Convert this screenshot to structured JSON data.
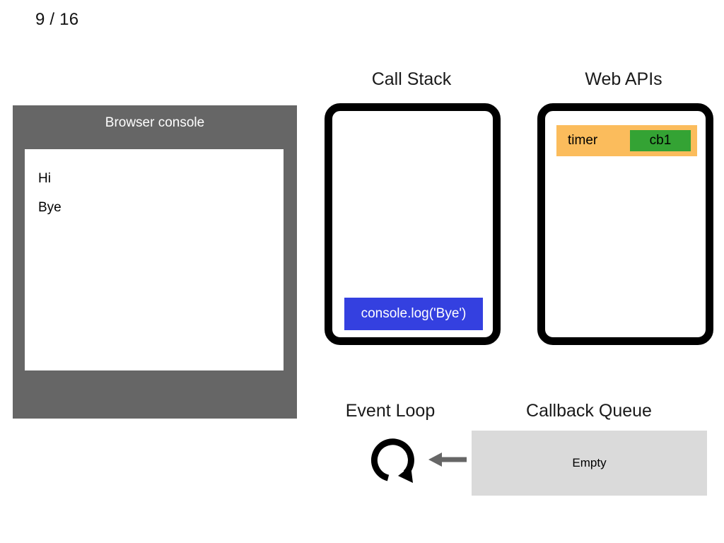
{
  "slide": {
    "counter": "9 / 16",
    "current": 9,
    "total": 16
  },
  "console_panel": {
    "title": "Browser console",
    "frame_color": "#666666",
    "screen_color": "#ffffff",
    "lines": [
      "Hi",
      "Bye"
    ]
  },
  "call_stack": {
    "title": "Call Stack",
    "frames": [
      {
        "label": "console.log('Bye')",
        "color": "#3440e0",
        "text_color": "#ffffff"
      }
    ]
  },
  "web_apis": {
    "title": "Web APIs",
    "tasks": [
      {
        "label": "timer",
        "callback": "cb1",
        "task_color": "#fbbc5c",
        "callback_color": "#34a334"
      }
    ]
  },
  "event_loop": {
    "title": "Event Loop",
    "icon": "circular-arrow-icon",
    "arrow_icon": "arrow-left-icon",
    "arrow_color": "#666666"
  },
  "callback_queue": {
    "title": "Callback Queue",
    "status": "Empty",
    "background_color": "#dadada",
    "items": []
  }
}
